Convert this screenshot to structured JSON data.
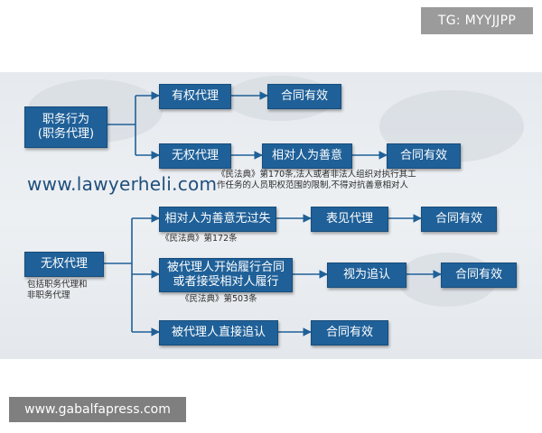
{
  "badge": "TG: MYYJJPP",
  "footer_url": "www.gabalfapress.com",
  "diagram": {
    "watermark_url": "www.lawyerheli.com",
    "nodes": {
      "root_duty": "职务行为\n(职务代理)",
      "authorized": "有权代理",
      "authorized_result": "合同有效",
      "unauthorized_top": "无权代理",
      "counterparty_good_faith": "相对人为善意",
      "good_faith_result": "合同有效",
      "root_unauthorized": "无权代理",
      "good_faith_no_fault": "相对人为善意无过失",
      "apparent_agency": "表见代理",
      "apparent_result": "合同有效",
      "principal_performs": "被代理人开始履行合同\n或者接受相对人履行",
      "deemed_ratified": "视为追认",
      "ratified_result": "合同有效",
      "direct_ratify": "被代理人直接追认",
      "direct_result": "合同有效"
    },
    "notes": {
      "art170": "《民法典》第170条,法人或者非法人组织对执行其工\n作任务的人员职权范围的限制,不得对抗善意相对人",
      "unauthorized_sub": "包括职务代理和\n非职务代理",
      "art172": "《民法典》第172条",
      "art503": "《民法典》第503条"
    }
  }
}
